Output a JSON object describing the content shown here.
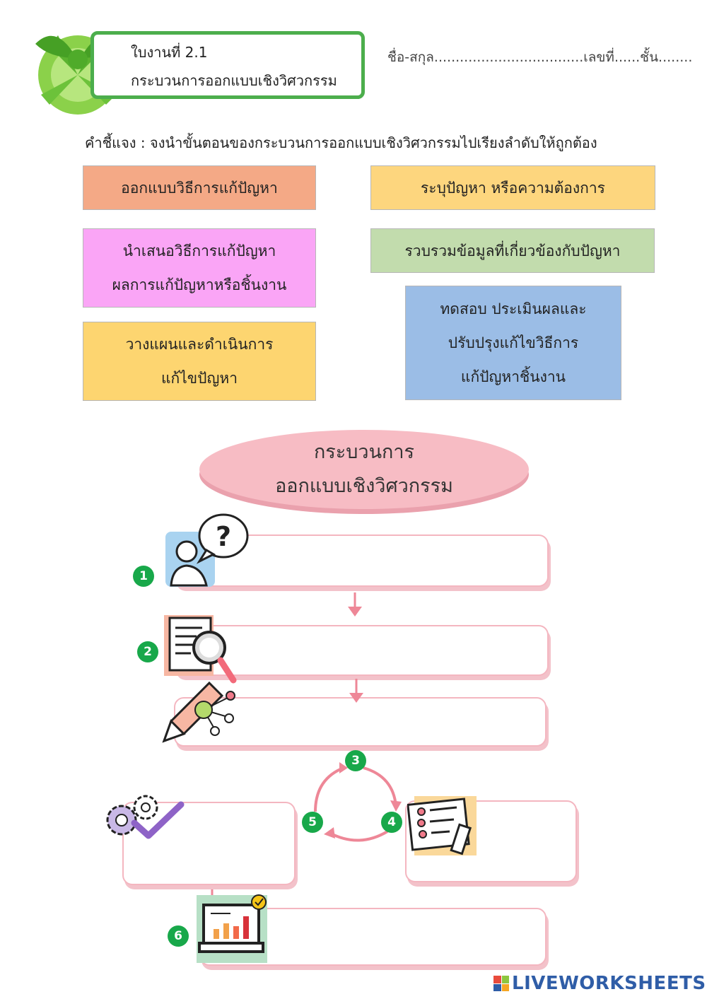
{
  "header": {
    "sheet_number": "ใบงานที่ 2.1",
    "sheet_title": "กระบวนการออกแบบเชิงวิศวกรรม",
    "name_line": "ชื่อ-สกุล...................................เลขที่......ชั้น........"
  },
  "instruction": "คำชี้แจง : จงนำขั้นตอนของกระบวนการออกแบบเชิงวิศวกรรมไปเรียงลำดับให้ถูกต้อง",
  "cards": [
    {
      "text": "ออกแบบวิธีการแก้ปัญหา",
      "color": "#f4a986"
    },
    {
      "text": "ระบุปัญหา หรือความต้องการ",
      "color": "#fdd67e"
    },
    {
      "text": "นำเสนอวิธีการแก้ปัญหา\nผลการแก้ปัญหาหรือชิ้นงาน",
      "color": "#faa5f6"
    },
    {
      "text": "รวบรวมข้อมูลที่เกี่ยวข้องกับปัญหา",
      "color": "#c2dcad"
    },
    {
      "text": "วางแผนและดำเนินการ\nแก้ไขปัญหา",
      "color": "#fdd570"
    },
    {
      "text": "ทดสอบ ประเมินผลและ\nปรับปรุงแก้ไขวิธีการ\nแก้ปัญหาชิ้นงาน",
      "color": "#9bbde6"
    }
  ],
  "process": {
    "title_line1": "กระบวนการ",
    "title_line2": "ออกแบบเชิงวิศวกรรม",
    "step_numbers": [
      "1",
      "2",
      "3",
      "4",
      "5",
      "6"
    ],
    "icons": [
      "question-person-icon",
      "document-search-icon",
      "pencil-network-icon",
      "gear-check-icon",
      "checklist-clipboard-icon",
      "laptop-chart-icon"
    ]
  },
  "brand": {
    "name": "LIVEWORKSHEETS",
    "color": "#2f5da7"
  }
}
